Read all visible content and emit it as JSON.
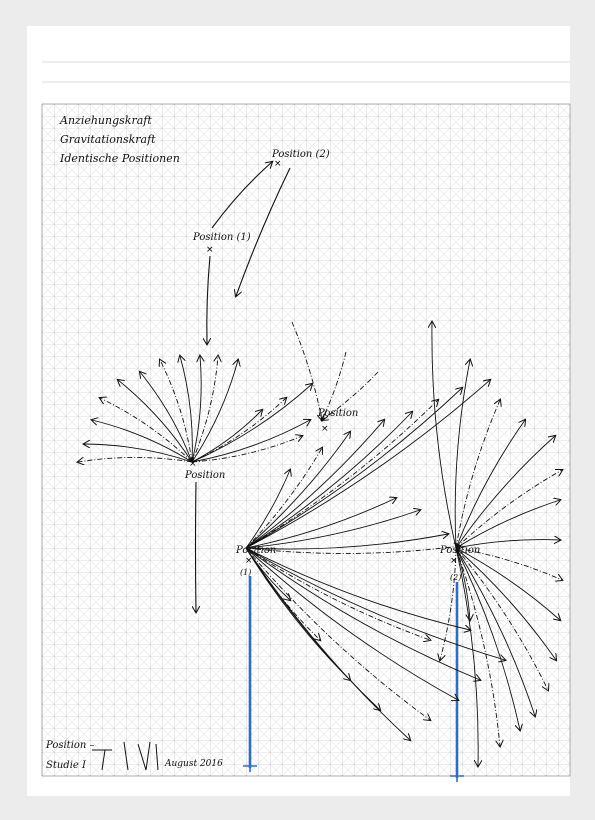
{
  "page": {
    "background": "#ececec",
    "paper_color": "#ffffff",
    "grid_color": "#b9b9b9",
    "ink_color": "#111111",
    "blue_ink_color": "#2a6fc4"
  },
  "heading": {
    "line1": "Anziehungskraft",
    "line2": "Gravitationskraft",
    "line3": "Identische Positionen"
  },
  "labels": {
    "position_2_top": "Position (2)",
    "position_1": "Position (1)",
    "position_center": "Position",
    "position_right_upper": "Position",
    "position_lower_left": "Position",
    "position_lower_left_num": "(1)",
    "position_lower_right": "Position",
    "position_lower_right_num": "(2)"
  },
  "footer": {
    "title_line1": "Position –",
    "title_line2": "Studie I",
    "signature": "signature",
    "date": "August 2016"
  }
}
